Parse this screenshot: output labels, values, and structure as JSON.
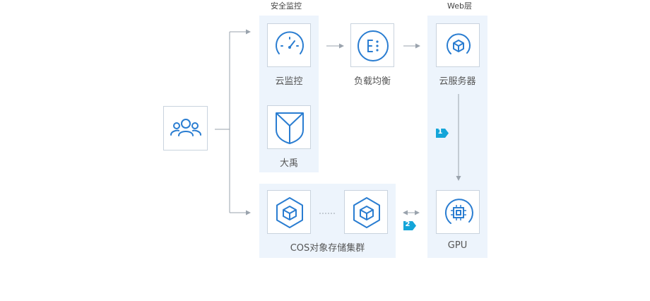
{
  "groups": {
    "security_title": "安全监控",
    "web_title": "Web层"
  },
  "nodes": {
    "users": {
      "icon": "users-icon"
    },
    "cloud_monitor": {
      "label": "云监控",
      "icon": "gauge-icon"
    },
    "load_balancer": {
      "label": "负载均衡",
      "icon": "load-balancer-icon"
    },
    "cloud_server": {
      "label": "云服务器",
      "icon": "server-cube-icon"
    },
    "dayu": {
      "label": "大禹",
      "icon": "shield-icon"
    },
    "cos_node_1": {
      "icon": "cube-icon"
    },
    "cos_node_2": {
      "icon": "cube-icon"
    },
    "cos_cluster": {
      "label": "COS对象存储集群"
    },
    "gpu": {
      "label": "GPU",
      "icon": "chip-icon"
    }
  },
  "badges": {
    "step1": "1",
    "step2": "2"
  },
  "colors": {
    "accent": "#2a7dd1",
    "panel": "#edf4fc",
    "badge": "#14a5d9",
    "arrow": "#9aa3ad"
  }
}
